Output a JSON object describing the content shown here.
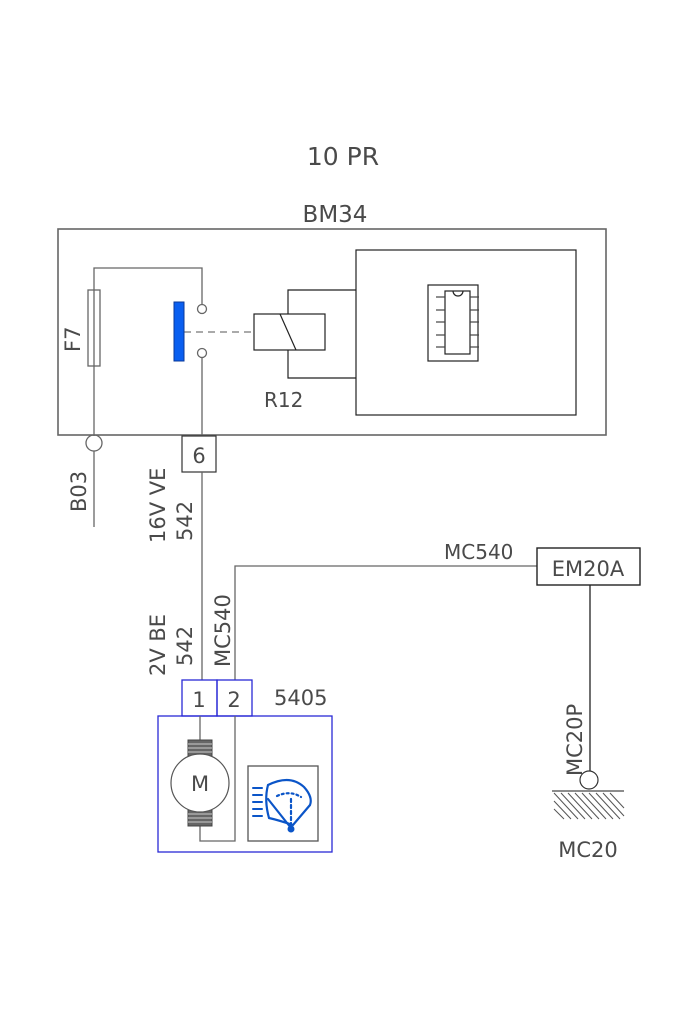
{
  "title": "10 PR",
  "unit_label": "BM34",
  "components": {
    "fuse": "F7",
    "relay": "R12",
    "connector_bm34_pin": "6",
    "ground_terminal_b03": "B03",
    "module": "5405",
    "module_pins": [
      "1",
      "2"
    ],
    "motor_symbol": "M",
    "junction": "EM20A",
    "ground_wire": "MC20P",
    "ground_point": "MC20"
  },
  "wires": {
    "upper_spec": "16V VE",
    "upper_number": "542",
    "lower_spec": "2V BE",
    "lower_number": "542",
    "mc540_vertical": "MC540",
    "mc540_horizontal": "MC540"
  },
  "colors": {
    "switch_contact": "#0a5ff0",
    "module_outline": "#2a2ad6",
    "wiper_icon": "#0b55c8",
    "wire": "#666666"
  },
  "icons": {
    "ic_chip": "ic-chip-icon",
    "relay_coil": "relay-coil-icon",
    "motor": "motor-icon",
    "wiper": "windscreen-wiper-icon",
    "ground": "ground-icon"
  }
}
